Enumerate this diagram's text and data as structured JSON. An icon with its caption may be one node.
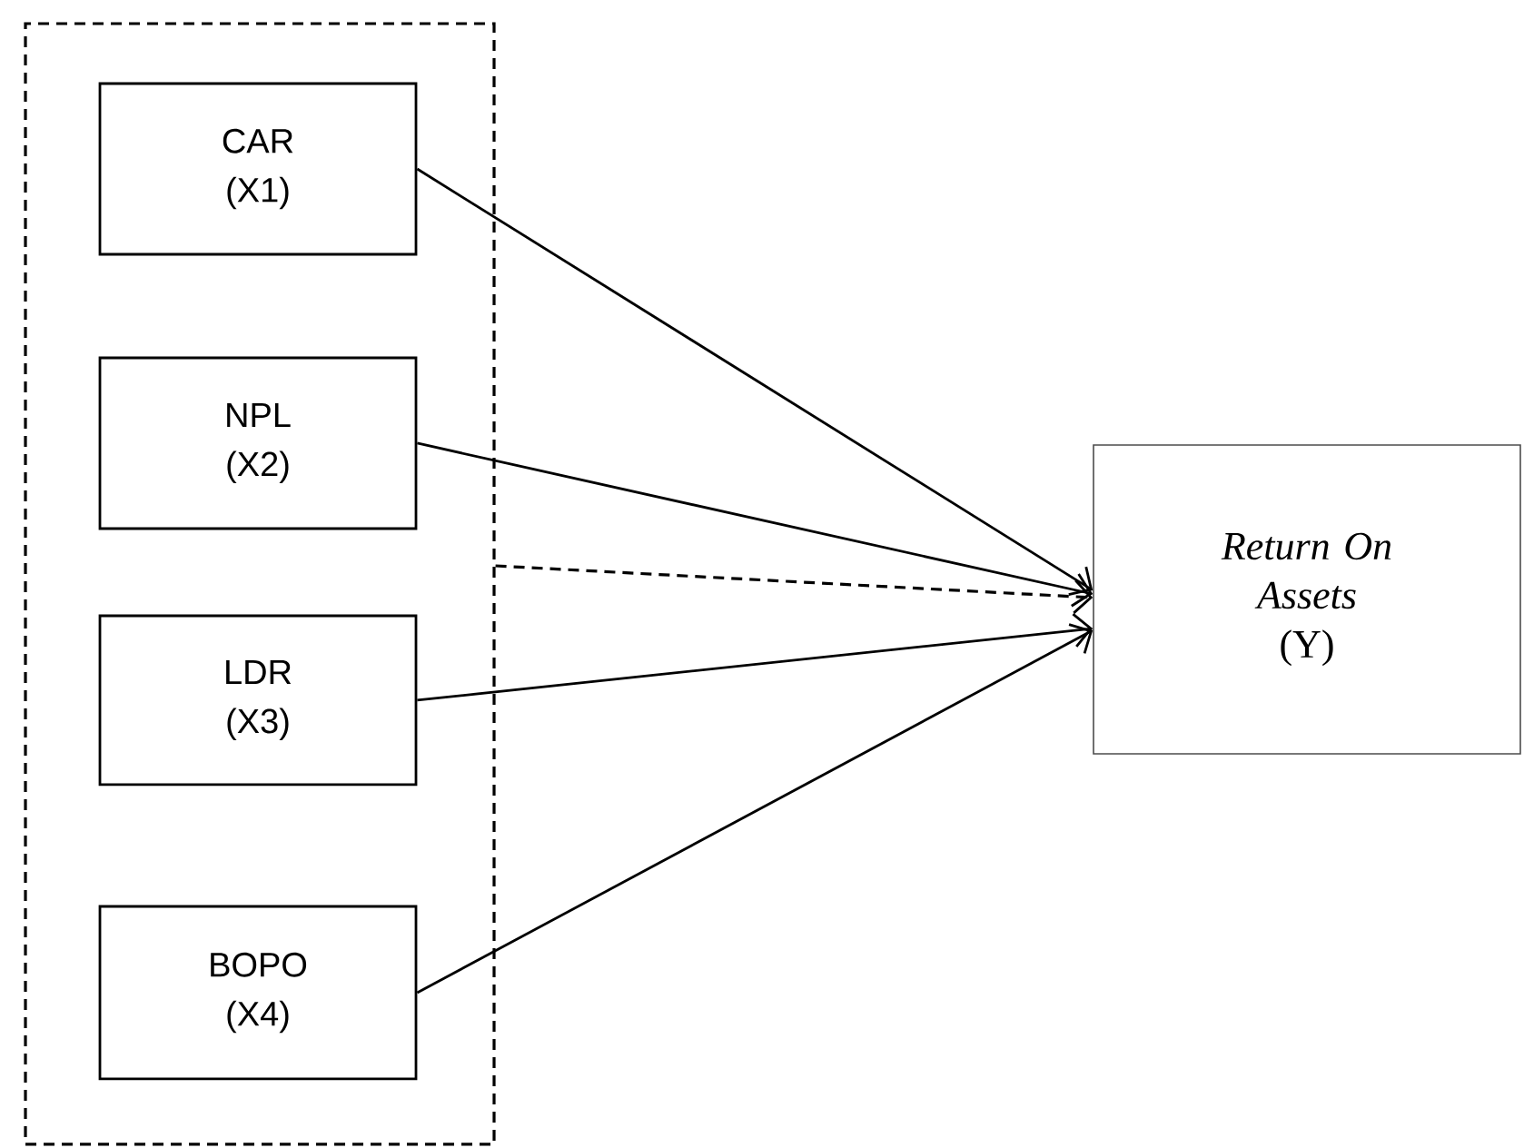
{
  "diagram": {
    "nodes": [
      {
        "text": [],
        "shape": "box"
      },
      {
        "text": [
          "CAR",
          "(X1)"
        ],
        "in": 0
      },
      {
        "text": [
          "NPL",
          "(X2)"
        ],
        "in": 0
      },
      {
        "text": [
          "LDR",
          "(X3)"
        ],
        "in": 0
      },
      {
        "text": [
          "BOPO",
          "(X4)"
        ],
        "in": 0
      },
      {
        "text": [
          "Return On Assets",
          "(Y)"
        ]
      }
    ],
    "edges": [
      {
        "from": 1,
        "to": 5,
        "arrow": "to"
      },
      {
        "from": 2,
        "to": 5,
        "arrow": "to"
      },
      {
        "from": 0,
        "to": 5,
        "arrow": "to",
        "style": "dashed"
      },
      {
        "from": 3,
        "to": 5,
        "arrow": "to"
      },
      {
        "from": 4,
        "to": 5,
        "arrow": "to"
      }
    ]
  }
}
